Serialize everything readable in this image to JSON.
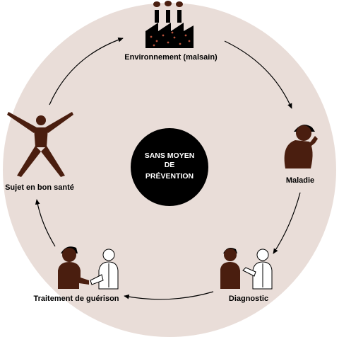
{
  "center": {
    "lines": [
      "SANS MOYEN",
      "DE",
      "PRÉVENTION"
    ]
  },
  "stages": {
    "environnement": "Environnement (malsain)",
    "maladie": "Maladie",
    "diagnostic": "Diagnostic",
    "traitement": "Traitement de guérison",
    "sujet": "Sujet en bon santé"
  },
  "colors": {
    "background_disc": "#e9ddd8",
    "center_disc": "#000000",
    "figure": "#4a1e0f",
    "arrow": "#000000"
  },
  "icons": [
    "factory-icon",
    "sick-person-icon",
    "patient-doctor-icon",
    "handshake-icon",
    "healthy-person-icon"
  ]
}
